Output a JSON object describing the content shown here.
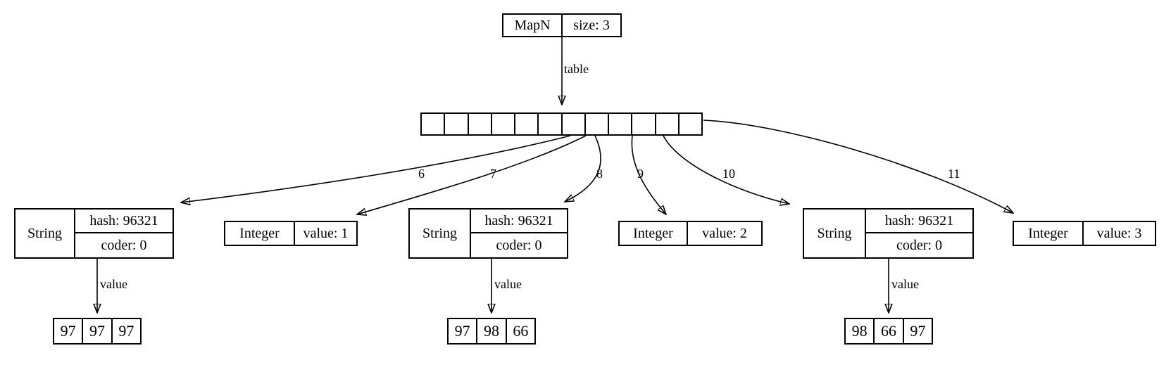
{
  "map_node": {
    "class_cell": "MapN",
    "size_cell": "size: 3"
  },
  "table_node": {
    "cell_count": 12,
    "edge_label": "table"
  },
  "bucket_edge_labels": [
    "6",
    "7",
    "8",
    "9",
    "10",
    "11"
  ],
  "entries": {
    "string1": {
      "type": "String",
      "hash": "hash: 96321",
      "coder": "coder: 0",
      "value_edge_label": "value",
      "bytes": [
        "97",
        "97",
        "97"
      ]
    },
    "integer1": {
      "type": "Integer",
      "value": "value: 1"
    },
    "string2": {
      "type": "String",
      "hash": "hash: 96321",
      "coder": "coder: 0",
      "value_edge_label": "value",
      "bytes": [
        "97",
        "98",
        "66"
      ]
    },
    "integer2": {
      "type": "Integer",
      "value": "value: 2"
    },
    "string3": {
      "type": "String",
      "hash": "hash: 96321",
      "coder": "coder: 0",
      "value_edge_label": "value",
      "bytes": [
        "98",
        "66",
        "97"
      ]
    },
    "integer3": {
      "type": "Integer",
      "value": "value: 3"
    }
  },
  "colors": {
    "stroke": "#000000",
    "background": "#ffffff"
  }
}
